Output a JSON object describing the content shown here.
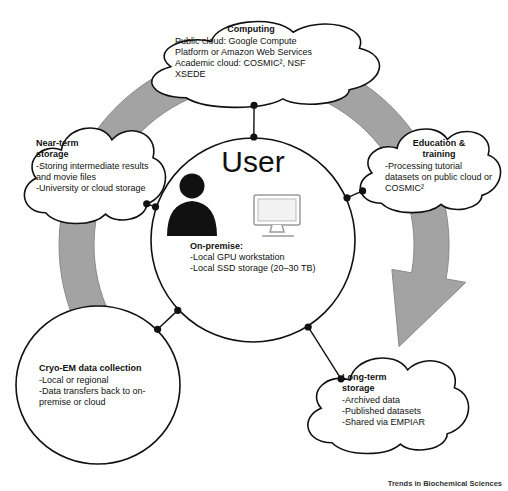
{
  "diagram": {
    "nodes": [
      {
        "text": [
          "Computing",
          "Public cloud: Google Compute Platform or Amazon Web Services",
          "Academic cloud: COSMIC², NSF XSEDE"
        ]
      },
      {
        "text": [
          "Near-term storage",
          "-Storing intermediate results and movie files",
          "-University or cloud storage"
        ]
      },
      {
        "text": [
          "Education & training",
          "-Processing tutorial datasets on public cloud or COSMIC²"
        ]
      },
      {
        "text": [
          "User",
          "On-premise:",
          "-Local GPU workstation",
          "-Local SSD storage (20–30 TB)"
        ]
      },
      {
        "text": [
          "Cryo-EM data collection",
          "-Local or regional",
          "-Data transfers back to on-premise or cloud"
        ]
      },
      {
        "text": [
          "Long-term storage",
          "-Archived data",
          "-Published datasets",
          "-Shared via EMPIAR"
        ]
      }
    ],
    "edges": [
      {
        "from": 3,
        "to": 0,
        "arrow": "none"
      },
      {
        "from": 3,
        "to": 1,
        "arrow": "none"
      },
      {
        "from": 3,
        "to": 2,
        "arrow": "none"
      },
      {
        "from": 3,
        "to": 4,
        "arrow": "none"
      },
      {
        "from": 3,
        "to": 5,
        "arrow": "none"
      }
    ],
    "labels": [
      "Trends in Biochemical Sciences"
    ]
  }
}
